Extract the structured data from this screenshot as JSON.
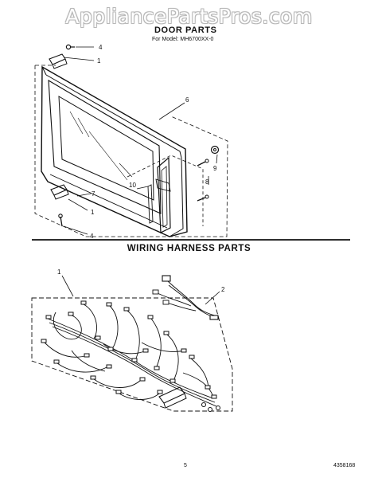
{
  "watermark": "AppliancePartsPros.com",
  "door_section": {
    "title": "DOOR PARTS",
    "model": "For Model: MH6700XX-0",
    "callouts": [
      "1",
      "1",
      "4",
      "4",
      "6",
      "7",
      "8",
      "9",
      "10"
    ]
  },
  "wiring_section": {
    "title": "WIRING HARNESS PARTS",
    "callouts": [
      "1",
      "2"
    ]
  },
  "footer": {
    "page": "5",
    "doc_number": "4358168"
  }
}
